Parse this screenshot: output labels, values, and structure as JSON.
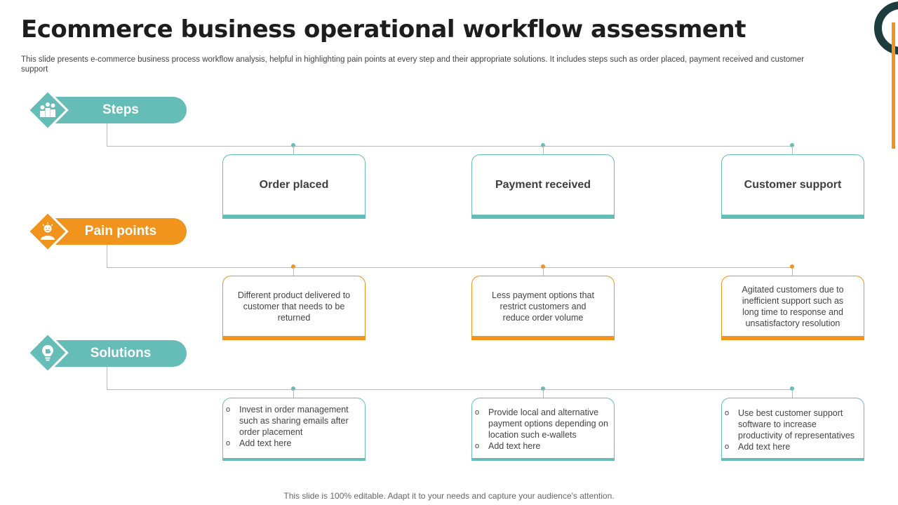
{
  "header": {
    "title": "Ecommerce business operational workflow assessment",
    "subtitle": "This slide presents e-commerce business process workflow analysis, helpful in highlighting pain points at every step and their appropriate solutions. It includes steps such as order placed, payment received and customer support"
  },
  "colors": {
    "teal": "#66bdb8",
    "orange": "#f0941e",
    "dark": "#1e3b3d"
  },
  "rows": {
    "steps": {
      "label": "Steps",
      "icon": "numbered-podium-icon",
      "items": [
        "Order placed",
        "Payment received",
        "Customer support"
      ]
    },
    "pain_points": {
      "label": "Pain points",
      "icon": "frustrated-person-icon",
      "items": [
        "Different  product delivered to customer that needs to be returned",
        "Less payment options that restrict customers and reduce order volume",
        "Agitated customers due to inefficient  support such as long time to response and unsatisfactory resolution"
      ]
    },
    "solutions": {
      "label": "Solutions",
      "icon": "lightbulb-puzzle-icon",
      "bullet": "o",
      "items": [
        [
          "Invest  in order management such as sharing emails after order  placement",
          "Add text here"
        ],
        [
          "Provide  local and alternative payment options depending on location such e-wallets",
          "Add text here"
        ],
        [
          "Use best customer support software  to increase productivity  of representatives",
          "Add text here"
        ]
      ]
    }
  },
  "footer": "This slide is 100% editable. Adapt it to your needs and capture your audience's attention."
}
